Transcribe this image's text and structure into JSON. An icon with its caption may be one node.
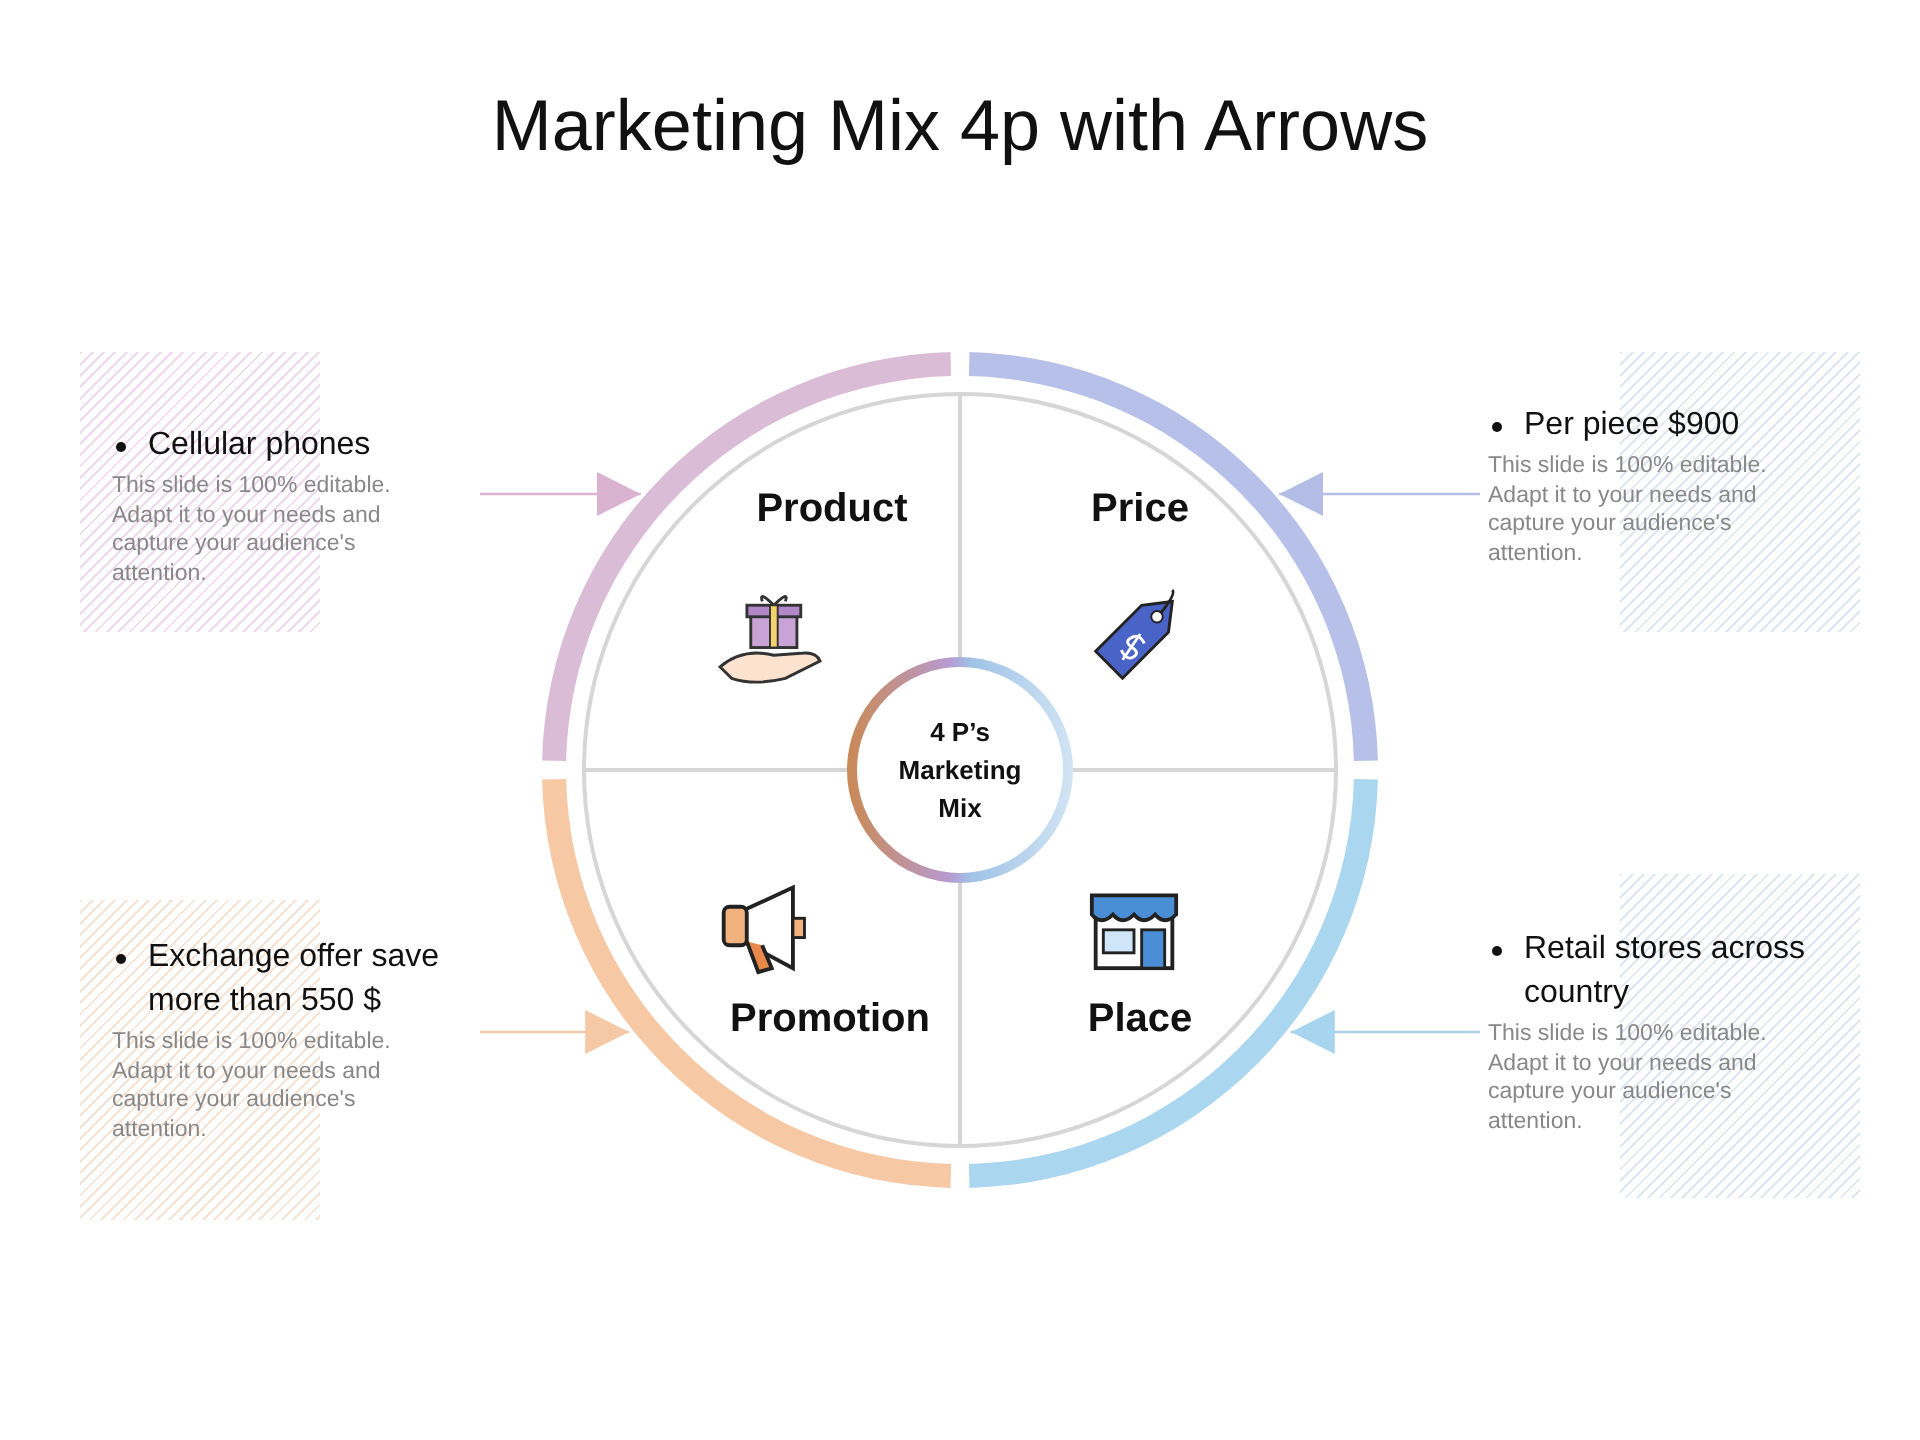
{
  "diagram": {
    "title": "Marketing Mix 4p with Arrows",
    "nodes": [
      {
        "text": [
          "4 P’s Marketing Mix"
        ]
      },
      {
        "text": [
          "Product"
        ]
      },
      {
        "text": [
          "Price"
        ]
      },
      {
        "text": [
          "Promotion"
        ]
      },
      {
        "text": [
          "Place"
        ]
      },
      {
        "text": [
          "Cellular phones",
          "This slide is 100% editable. Adapt it to your needs and capture your audience's attention."
        ]
      },
      {
        "text": [
          "Per piece $900",
          "This slide is 100% editable. Adapt it to your needs and capture your audience's attention."
        ]
      },
      {
        "text": [
          "Exchange offer save more than 550 $",
          "This slide is 100% editable. Adapt it to your needs and capture your audience's attention."
        ]
      },
      {
        "text": [
          "Retail stores across country",
          "This slide is 100% editable. Adapt it to your needs and capture your audience's attention."
        ]
      }
    ],
    "edges": [
      {
        "from": 5,
        "to": 1,
        "arrow": "to",
        "color": "#d9b3d0"
      },
      {
        "from": 6,
        "to": 2,
        "arrow": "to",
        "color": "#b3bde6"
      },
      {
        "from": 7,
        "to": 3,
        "arrow": "to",
        "color": "#f5c9a6"
      },
      {
        "from": 8,
        "to": 4,
        "arrow": "to",
        "color": "#a9d4ef"
      }
    ]
  }
}
